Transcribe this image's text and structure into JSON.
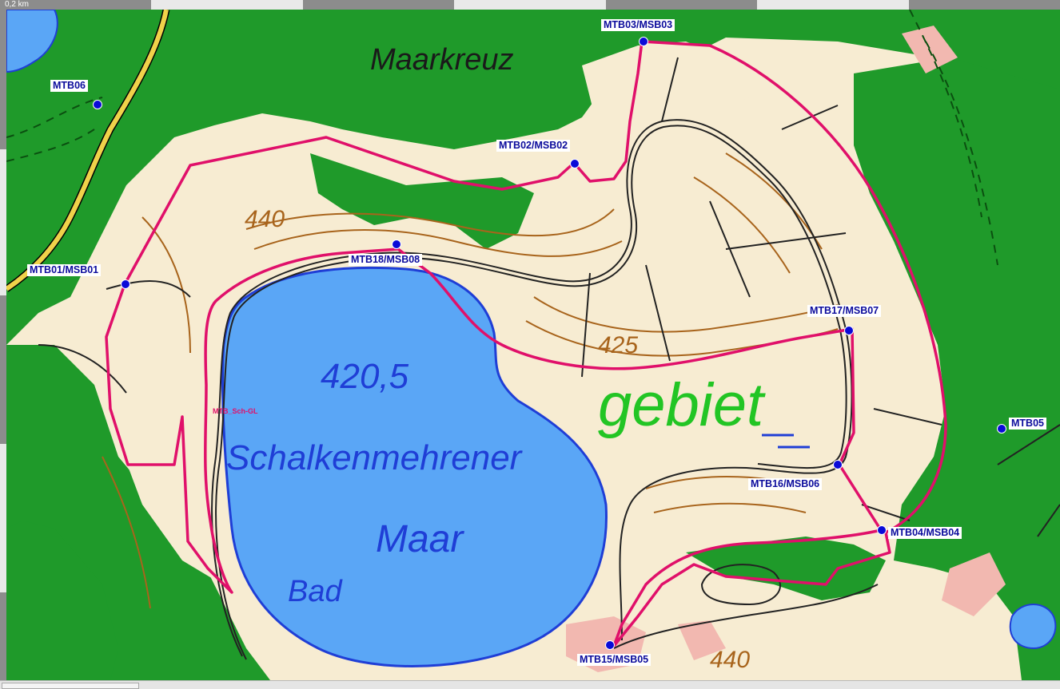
{
  "scale": {
    "label": "0,2 km"
  },
  "map_text": {
    "place_maarkreuz": "Maarkreuz",
    "elev_lake": "420,5",
    "lake_name_1": "Schalkenmehrener",
    "lake_name_2": "Maar",
    "bad": "Bad",
    "gebiet": "gebiet",
    "contour_440_top": "440",
    "contour_425": "425",
    "contour_440_bottom": "440"
  },
  "route": {
    "label": "MTB_Sch-GL",
    "color": "#e0106a"
  },
  "colors": {
    "forest": "#1f9a2a",
    "open_land": "#f7ecd2",
    "water": "#5aa6f6",
    "contour": "#a8641c",
    "road": "#222222",
    "waypoint": "#0a0ad8"
  },
  "waypoints": [
    {
      "id": "mtb06",
      "label": "MTB06"
    },
    {
      "id": "mtb03",
      "label": "MTB03/MSB03"
    },
    {
      "id": "mtb02",
      "label": "MTB02/MSB02"
    },
    {
      "id": "mtb01",
      "label": "MTB01/MSB01"
    },
    {
      "id": "mtb18",
      "label": "MTB18/MSB08"
    },
    {
      "id": "mtb17",
      "label": "MTB17/MSB07"
    },
    {
      "id": "mtb05",
      "label": "MTB05"
    },
    {
      "id": "mtb16",
      "label": "MTB16/MSB06"
    },
    {
      "id": "mtb04",
      "label": "MTB04/MSB04"
    },
    {
      "id": "mtb15",
      "label": "MTB15/MSB05"
    }
  ]
}
